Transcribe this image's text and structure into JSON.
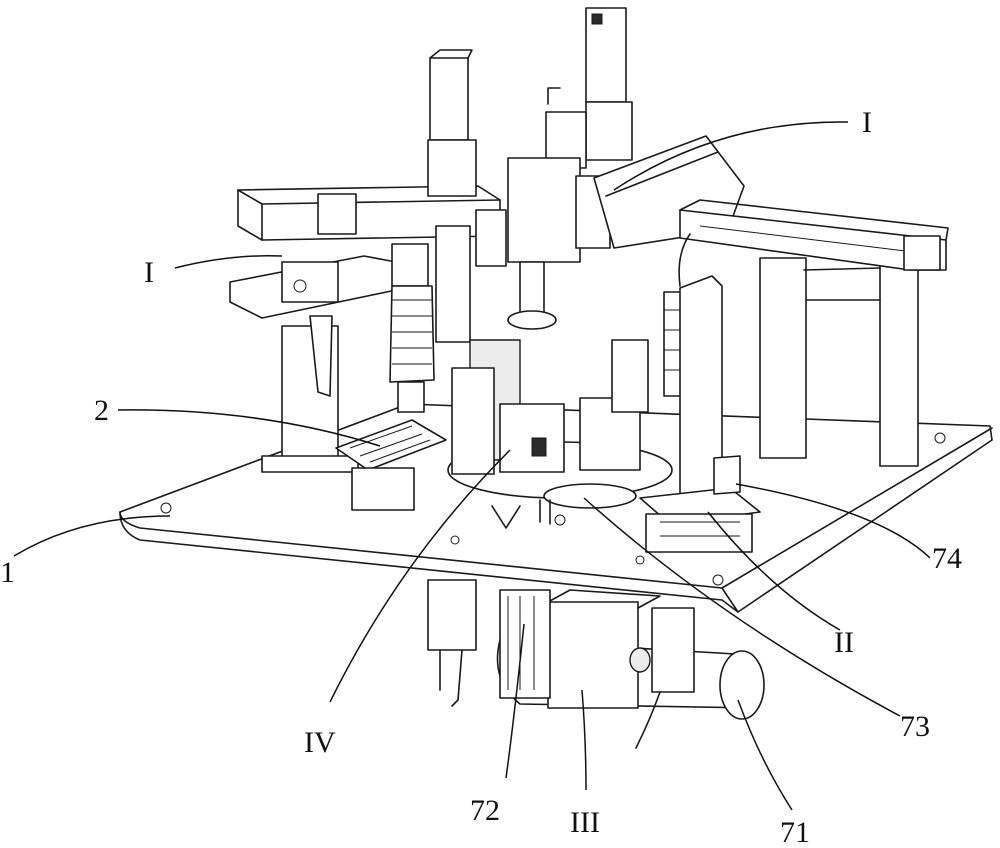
{
  "figure": {
    "labels": {
      "frame_top_left": "I",
      "frame_top_right": "I",
      "ref_2": "2",
      "ref_1": "1",
      "ref_74": "74",
      "ref_II": "II",
      "ref_73": "73",
      "ref_IV": "IV",
      "ref_72": "72",
      "ref_III": "III",
      "ref_71": "71"
    }
  }
}
